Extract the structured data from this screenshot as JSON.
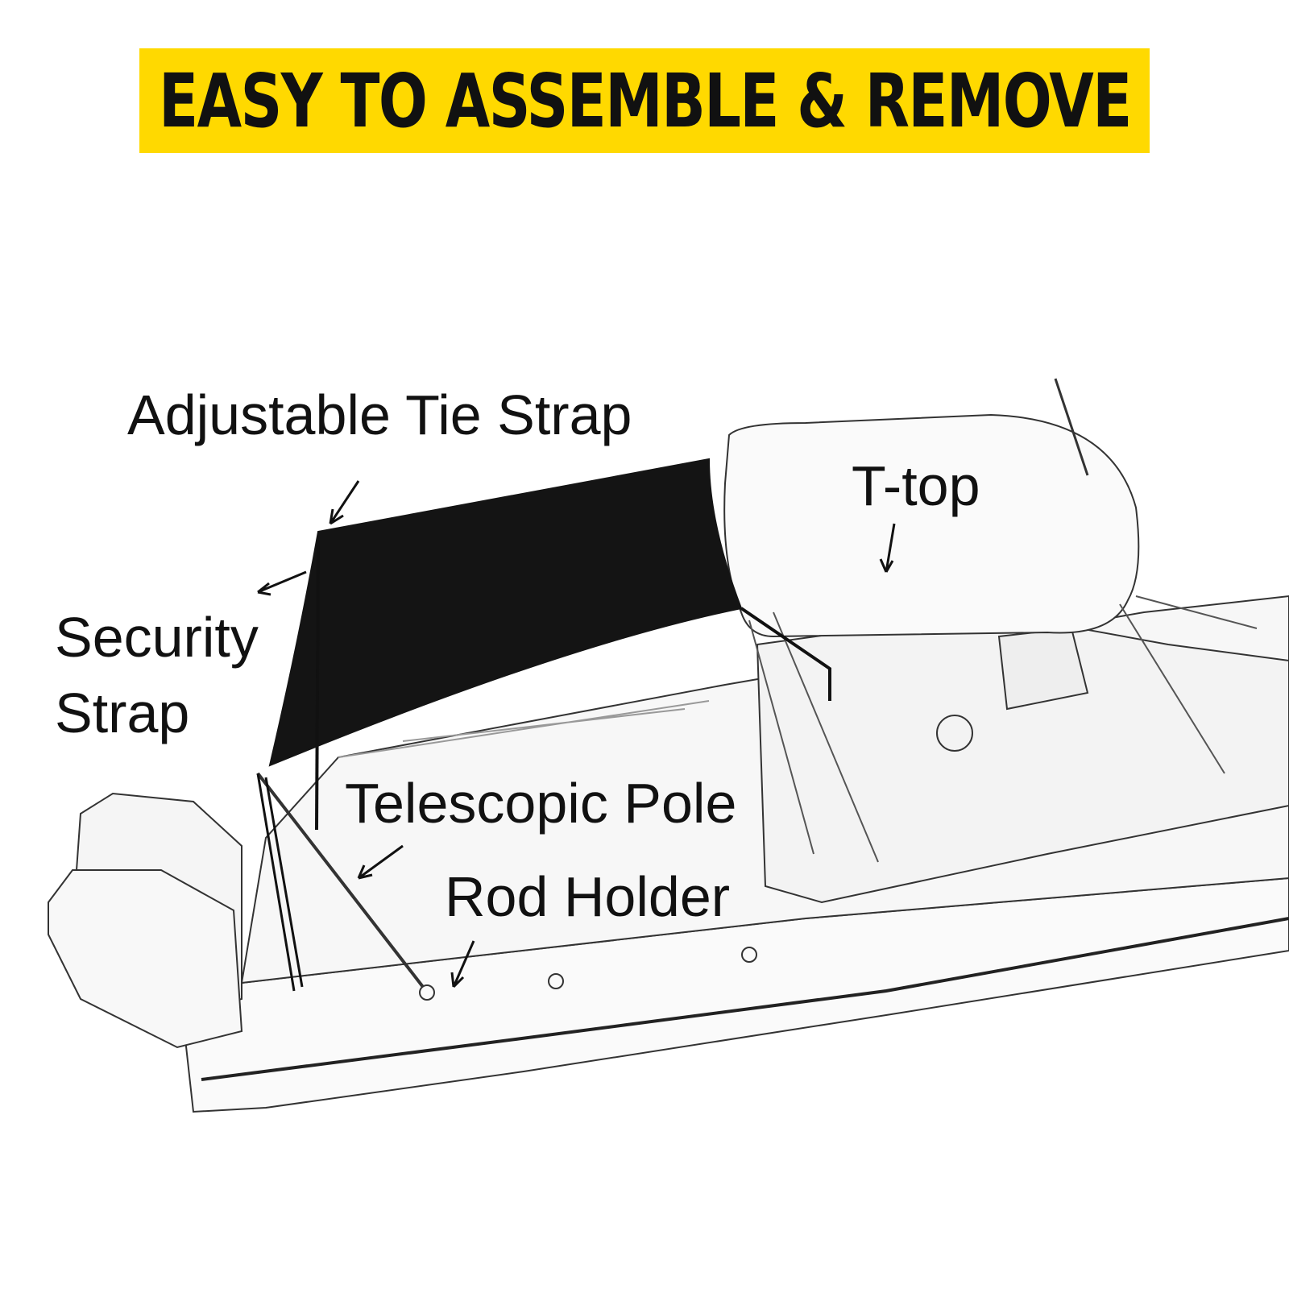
{
  "banner": {
    "title": "EASY TO ASSEMBLE & REMOVE",
    "color": "#ffd900"
  },
  "labels": {
    "tie_strap": "Adjustable Tie Strap",
    "security_strap_line1": "Security",
    "security_strap_line2": "Strap",
    "t_top": "T-top",
    "telescopic_pole": "Telescopic Pole",
    "rod_holder": "Rod Holder"
  }
}
